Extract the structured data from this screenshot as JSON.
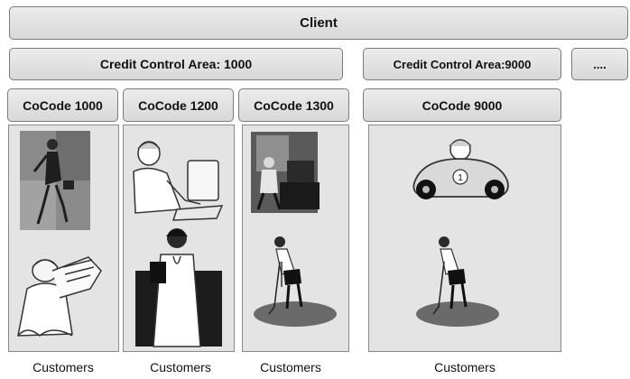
{
  "client": {
    "label": "Client"
  },
  "credit_control_areas": [
    {
      "label": "Credit Control Area: 1000"
    },
    {
      "label": "Credit Control Area:9000"
    },
    {
      "label": "...."
    }
  ],
  "company_codes": [
    {
      "label": "CoCode 1000",
      "customers_label": "Customers"
    },
    {
      "label": "CoCode 1200",
      "customers_label": "Customers"
    },
    {
      "label": "CoCode 1300",
      "customers_label": "Customers"
    },
    {
      "label": "CoCode 9000",
      "customers_label": "Customers"
    }
  ],
  "illustrations": {
    "panel_1": [
      "woman-walking-clipart",
      "engineer-with-blueprints-clipart"
    ],
    "panel_2": [
      "man-at-computer-clipart",
      "doctor-clipart"
    ],
    "panel_3": [
      "man-at-desk-clipart",
      "golfer-clipart"
    ],
    "panel_4": [
      "race-car-clipart",
      "golfer-clipart"
    ]
  },
  "race_car_number": "1",
  "colors": {
    "box_fill": "#dcdcdc",
    "border": "#7a7a7a",
    "panel_fill": "#e4e4e4"
  }
}
